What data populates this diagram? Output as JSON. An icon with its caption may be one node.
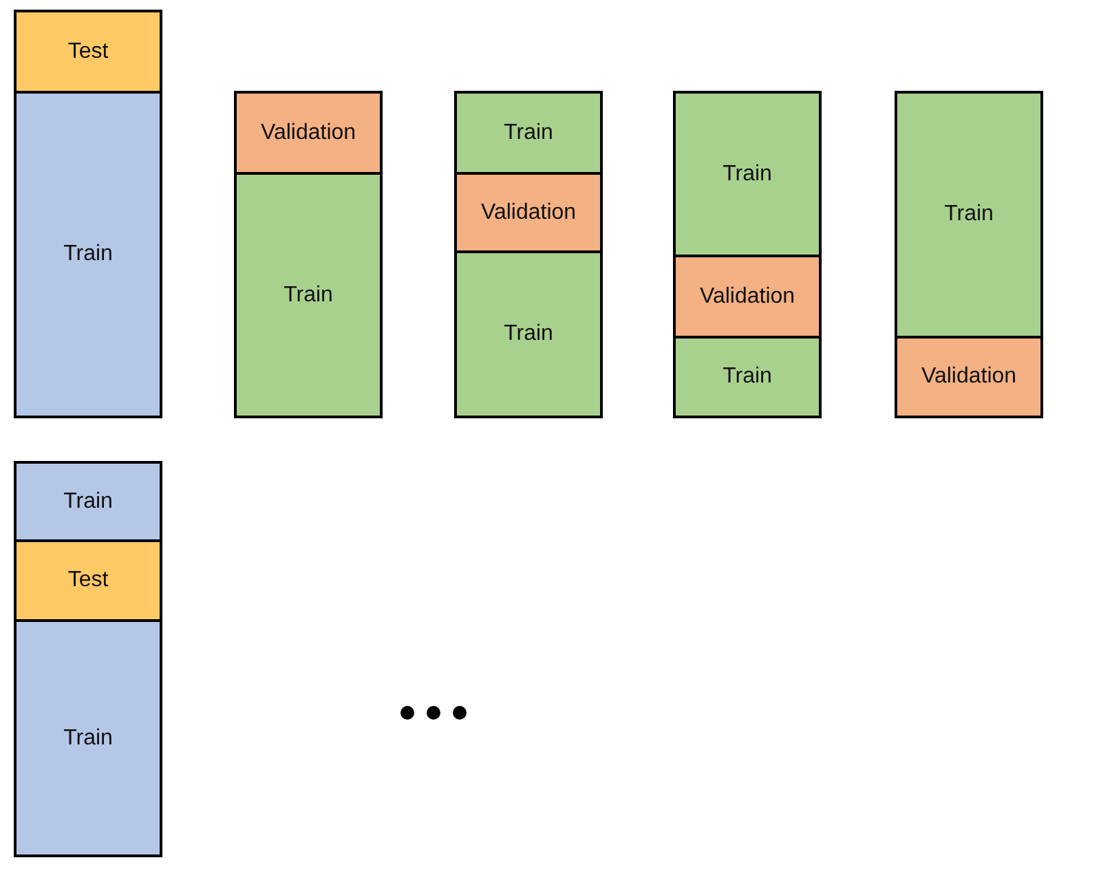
{
  "diagram": {
    "nodes": [
      {
        "text": [
          "Test"
        ]
      },
      {
        "text": [
          "Train"
        ]
      },
      {
        "text": [
          "Validation"
        ]
      },
      {
        "text": [
          "Train"
        ]
      },
      {
        "text": [
          "Train"
        ]
      },
      {
        "text": [
          "Validation"
        ]
      },
      {
        "text": [
          "Train"
        ]
      },
      {
        "text": [
          "Train"
        ]
      },
      {
        "text": [
          "Validation"
        ]
      },
      {
        "text": [
          "Train"
        ]
      },
      {
        "text": [
          "Train"
        ]
      },
      {
        "text": [
          "Validation"
        ]
      },
      {
        "text": [
          "Train"
        ]
      },
      {
        "text": [
          "Test"
        ]
      },
      {
        "text": [
          "Train"
        ]
      }
    ]
  }
}
